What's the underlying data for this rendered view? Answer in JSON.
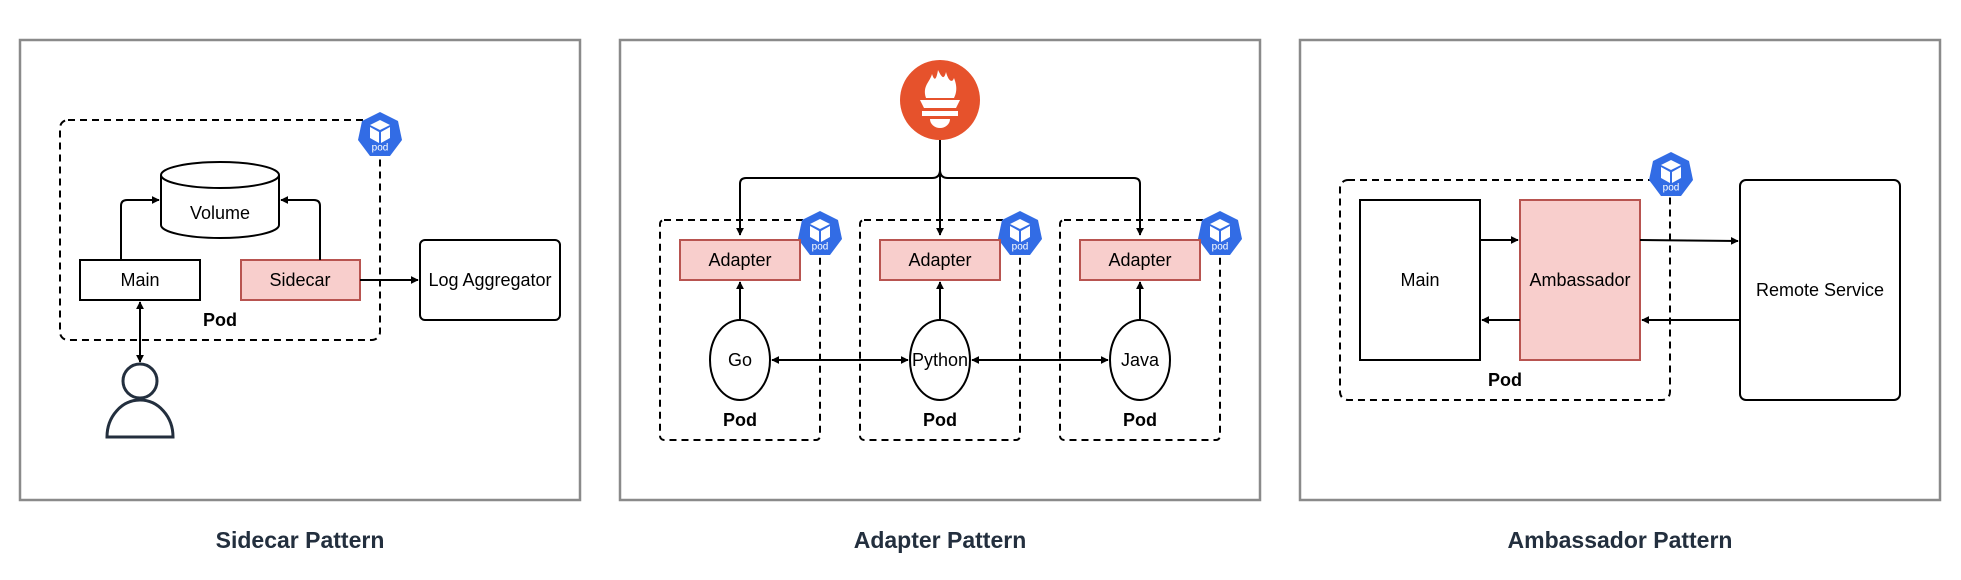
{
  "colors": {
    "kubernetes_blue": "#326ce5",
    "prometheus_orange": "#e6522c",
    "highlight_fill": "#f8cecc",
    "highlight_stroke": "#b85450",
    "title_text": "#232f3e"
  },
  "pod_icon_label": "pod",
  "sidecar": {
    "title": "Sidecar Pattern",
    "volume": "Volume",
    "main": "Main",
    "sidecar": "Sidecar",
    "log_aggregator": "Log Aggregator",
    "pod_label": "Pod",
    "user_icon": "user-icon"
  },
  "adapter": {
    "title": "Adapter Pattern",
    "monitor_icon": "prometheus-icon",
    "pods": [
      {
        "adapter": "Adapter",
        "app": "Go",
        "pod_label": "Pod"
      },
      {
        "adapter": "Adapter",
        "app": "Python",
        "pod_label": "Pod"
      },
      {
        "adapter": "Adapter",
        "app": "Java",
        "pod_label": "Pod"
      }
    ]
  },
  "ambassador": {
    "title": "Ambassador Pattern",
    "main": "Main",
    "ambassador": "Ambassador",
    "remote_service": "Remote Service",
    "pod_label": "Pod"
  }
}
